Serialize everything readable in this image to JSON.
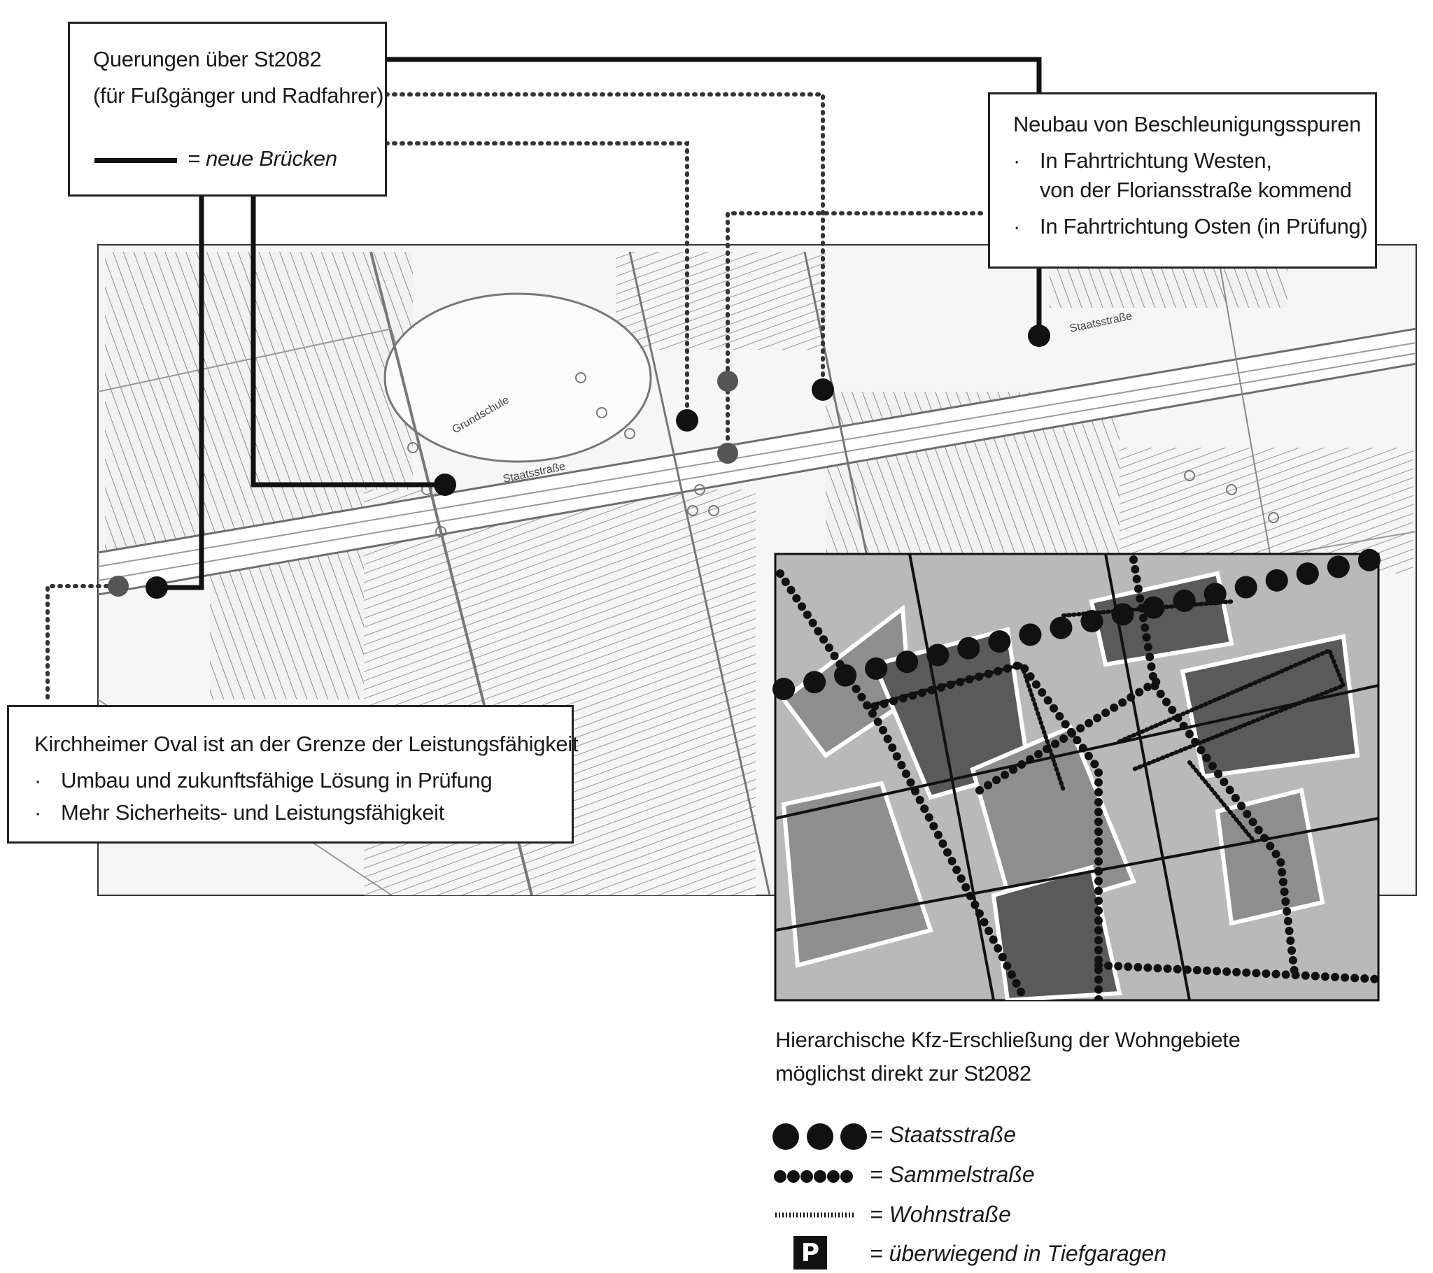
{
  "box_crossings": {
    "title": "Querungen über St2082",
    "subtitle": "(für Fußgänger und Radfahrer)",
    "legend_text": "= neue Brücken"
  },
  "box_accel": {
    "title": "Neubau von Beschleunigungsspuren",
    "items": [
      "In Fahrtrichtung Westen,",
      "von der Floriansstraße kommend",
      "In Fahrtrichtung Osten (in Prüfung)"
    ],
    "bullet": "·"
  },
  "box_oval": {
    "title": "Kirchheimer Oval ist an der Grenze der Leistungsfähigkeit",
    "items": [
      "Umbau und zukunftsfähige Lösung in Prüfung",
      "Mehr Sicherheits- und Leistungsfähigkeit"
    ],
    "bullet": "·"
  },
  "map_labels": {
    "staatsstrasse_1": "Staatsstraße",
    "staatsstrasse_2": "Staatsstraße",
    "grundschule": "Grundschule"
  },
  "caption": {
    "line1": "Hierarchische Kfz-Erschließung der Wohngebiete",
    "line2": "möglichst direkt zur St2082"
  },
  "legend": {
    "items": [
      {
        "symbol": "large-dots",
        "label": "= Staatsstraße"
      },
      {
        "symbol": "medium-dots",
        "label": "= Sammelstraße"
      },
      {
        "symbol": "small-dots",
        "label": "= Wohnstraße"
      },
      {
        "symbol": "parking-box",
        "label": "= überwiegend in Tiefgaragen",
        "glyph": "P"
      }
    ]
  },
  "colors": {
    "line": "#111111",
    "map_bg": "#f4f4f4",
    "map_lines": "#8a8a8a",
    "inset_light": "#b9b9b9",
    "inset_mid": "#8e8e8e",
    "inset_dark": "#5a5a5a",
    "inset_edge": "#ffffff",
    "marker_grey": "#555555"
  }
}
